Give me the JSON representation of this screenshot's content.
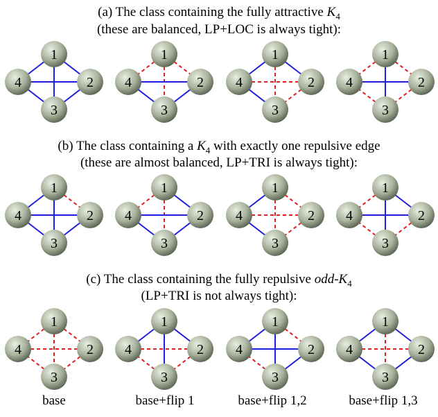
{
  "sections": [
    {
      "id": "a",
      "title_parts": [
        "(a) The class containing the fully attractive ",
        "K",
        "4",
        ""
      ],
      "subtitle": "(these are balanced, LP+LOC is always tight):",
      "graphs": [
        {
          "edges": {
            "1-2": "attractive",
            "1-3": "attractive",
            "1-4": "attractive",
            "2-3": "attractive",
            "2-4": "attractive",
            "3-4": "attractive"
          }
        },
        {
          "edges": {
            "1-2": "repulsive",
            "1-3": "repulsive",
            "1-4": "repulsive",
            "2-3": "attractive",
            "2-4": "attractive",
            "3-4": "attractive"
          }
        },
        {
          "edges": {
            "1-2": "attractive",
            "1-3": "repulsive",
            "1-4": "attractive",
            "2-3": "repulsive",
            "2-4": "repulsive",
            "3-4": "attractive"
          }
        },
        {
          "edges": {
            "1-2": "repulsive",
            "1-3": "attractive",
            "1-4": "repulsive",
            "2-3": "repulsive",
            "2-4": "attractive",
            "3-4": "repulsive"
          }
        }
      ]
    },
    {
      "id": "b",
      "title_parts": [
        "(b) The class containing a ",
        "K",
        "4",
        " with exactly one repulsive edge"
      ],
      "subtitle": "(these are almost balanced, LP+TRI is always tight):",
      "graphs": [
        {
          "edges": {
            "1-2": "repulsive",
            "1-3": "attractive",
            "1-4": "attractive",
            "2-3": "attractive",
            "2-4": "attractive",
            "3-4": "attractive"
          }
        },
        {
          "edges": {
            "1-2": "attractive",
            "1-3": "repulsive",
            "1-4": "repulsive",
            "2-3": "attractive",
            "2-4": "attractive",
            "3-4": "attractive"
          }
        },
        {
          "edges": {
            "1-2": "repulsive",
            "1-3": "repulsive",
            "1-4": "attractive",
            "2-3": "repulsive",
            "2-4": "repulsive",
            "3-4": "attractive"
          }
        },
        {
          "edges": {
            "1-2": "attractive",
            "1-3": "attractive",
            "1-4": "repulsive",
            "2-3": "repulsive",
            "2-4": "attractive",
            "3-4": "repulsive"
          }
        }
      ]
    },
    {
      "id": "c",
      "title_parts": [
        "(c) The class containing the fully repulsive ",
        "odd-K",
        "4",
        ""
      ],
      "subtitle": "(LP+TRI is not always tight):",
      "graphs": [
        {
          "label": "base",
          "edges": {
            "1-2": "repulsive",
            "1-3": "repulsive",
            "1-4": "repulsive",
            "2-3": "repulsive",
            "2-4": "repulsive",
            "3-4": "repulsive"
          }
        },
        {
          "label": "base+flip 1",
          "edges": {
            "1-2": "attractive",
            "1-3": "attractive",
            "1-4": "attractive",
            "2-3": "repulsive",
            "2-4": "repulsive",
            "3-4": "repulsive"
          }
        },
        {
          "label": "base+flip 1,2",
          "edges": {
            "1-2": "repulsive",
            "1-3": "attractive",
            "1-4": "attractive",
            "2-3": "attractive",
            "2-4": "attractive",
            "3-4": "repulsive"
          }
        },
        {
          "label": "base+flip 1,3",
          "edges": {
            "1-2": "attractive",
            "1-3": "repulsive",
            "1-4": "attractive",
            "2-3": "attractive",
            "2-4": "repulsive",
            "3-4": "attractive"
          }
        }
      ]
    }
  ],
  "node_labels": [
    "1",
    "2",
    "3",
    "4"
  ],
  "colors": {
    "attractive": "#1f1fe0",
    "repulsive": "#e01f1f",
    "node_fill_light": "#e8eee2",
    "node_fill_mid": "#a8b29c",
    "node_fill_dark": "#4e5848"
  }
}
